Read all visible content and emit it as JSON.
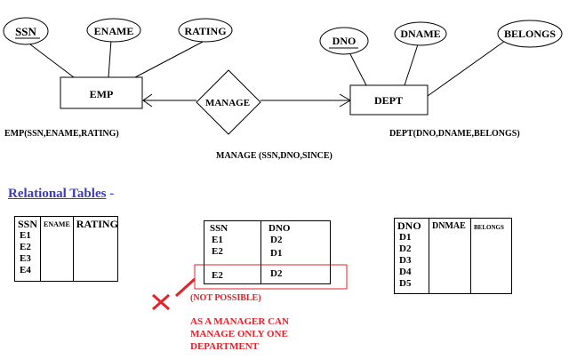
{
  "diagram": {
    "entities": [
      {
        "id": "emp",
        "label": "EMP"
      },
      {
        "id": "dept",
        "label": "DEPT"
      }
    ],
    "relationship": {
      "label": "MANAGE"
    },
    "attributes": {
      "emp": [
        {
          "label": "SSN",
          "key": true
        },
        {
          "label": "ENAME",
          "key": false
        },
        {
          "label": "RATING",
          "key": false
        }
      ],
      "dept": [
        {
          "label": "DNO",
          "key": true
        },
        {
          "label": "DNAME",
          "key": false
        },
        {
          "label": "BELONGS",
          "key": false
        }
      ]
    },
    "schemas": {
      "emp": "EMP(SSN,ENAME,RATING)",
      "manage": "MANAGE (SSN,DNO,SINCE)",
      "dept": "DEPT(DNO,DNAME,BELONGS)"
    }
  },
  "relational": {
    "heading": "Relational Tables",
    "heading_suffix": " -",
    "emp_table": {
      "columns": [
        "SSN",
        "ENAME",
        "RATING"
      ],
      "ssn_values": [
        "E1",
        "E2",
        "E3",
        "E4"
      ]
    },
    "manage_table": {
      "columns": [
        "SSN",
        "DNO"
      ],
      "rows": [
        [
          "E1",
          "D2"
        ],
        [
          "E2",
          "D1"
        ]
      ],
      "invalid_row": [
        "E2",
        "D2"
      ]
    },
    "dept_table": {
      "columns": [
        "DNO",
        "DNMAE",
        "BELONGS"
      ],
      "dno_values": [
        "D1",
        "D2",
        "D3",
        "D4",
        "D5"
      ]
    }
  },
  "annotation": {
    "mark": "✕",
    "not_possible": "(NOT POSSIBLE)",
    "reason_lines": [
      "AS A MANAGER CAN",
      "MANAGE ONLY ONE",
      "DEPARTMENT"
    ],
    "color": "#e8202a"
  },
  "colors": {
    "heading": "#3b3bc4",
    "annotation": "#e8202a"
  }
}
